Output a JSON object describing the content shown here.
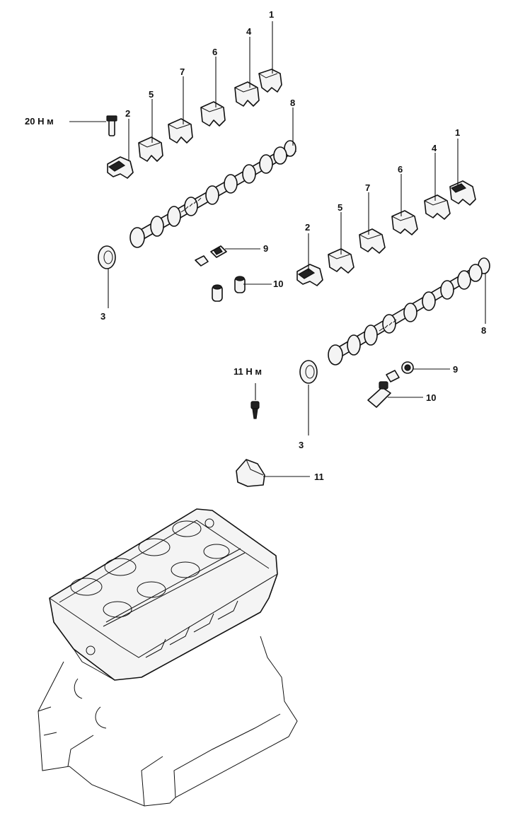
{
  "labels": {
    "n1": "1",
    "n2": "2",
    "n3": "3",
    "n4": "4",
    "n5": "5",
    "n6": "6",
    "n7": "7",
    "n8": "8",
    "n9": "9",
    "n10": "10",
    "n11": "11"
  },
  "torque": {
    "upper_bolt": "20 Н м",
    "lower_bolt": "11 Н м"
  }
}
